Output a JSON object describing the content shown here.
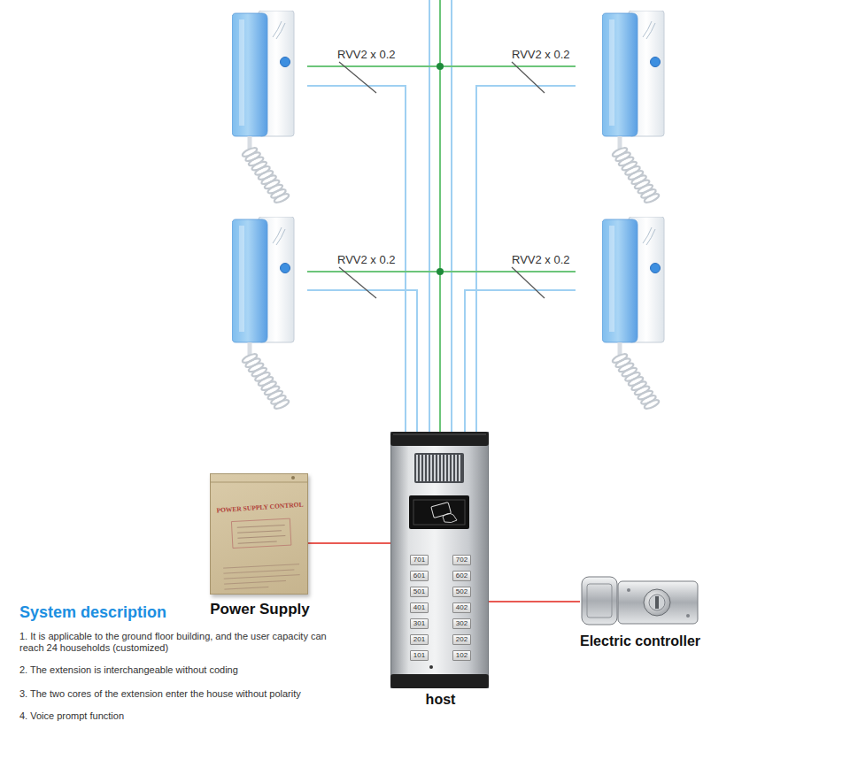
{
  "diagram": {
    "nodes": [
      {
        "text": [
          "POWER SUPPLY CONTROL",
          "Power Supply"
        ]
      },
      {
        "text": [
          "host"
        ]
      },
      {
        "text": [
          "701"
        ],
        "in": 1
      },
      {
        "text": [
          "702"
        ],
        "in": 1
      },
      {
        "text": [
          "601"
        ],
        "in": 1
      },
      {
        "text": [
          "602"
        ],
        "in": 1
      },
      {
        "text": [
          "501"
        ],
        "in": 1
      },
      {
        "text": [
          "502"
        ],
        "in": 1
      },
      {
        "text": [
          "401"
        ],
        "in": 1
      },
      {
        "text": [
          "402"
        ],
        "in": 1
      },
      {
        "text": [
          "301"
        ],
        "in": 1
      },
      {
        "text": [
          "302"
        ],
        "in": 1
      },
      {
        "text": [
          "201"
        ],
        "in": 1
      },
      {
        "text": [
          "202"
        ],
        "in": 1
      },
      {
        "text": [
          "101"
        ],
        "in": 1
      },
      {
        "text": [
          "102"
        ],
        "in": 1
      },
      {
        "text": [
          "Electric controller"
        ]
      }
    ],
    "edges": [
      {
        "from": 0,
        "to": 1,
        "arrow": "none"
      },
      {
        "from": 1,
        "to": 16,
        "arrow": "none"
      }
    ],
    "labels": [
      "RVV2 x 0.2",
      "RVV2 x 0.2",
      "RVV2 x 0.2",
      "RVV2 x 0.2",
      "System description",
      "1. It is applicable to the ground floor building, and the user capacity can reach 24 households (customized)",
      "2. The extension is interchangeable without coding",
      "3. The two cores of the extension enter the house without polarity",
      "4. Voice prompt function"
    ]
  }
}
